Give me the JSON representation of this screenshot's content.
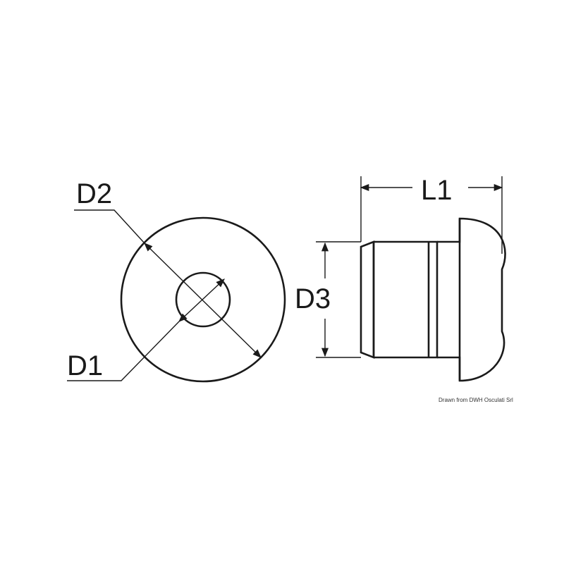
{
  "labels": {
    "d1": "D1",
    "d2": "D2",
    "d3": "D3",
    "l1": "L1"
  },
  "credit": "Drawn from DWH Osculati Srl",
  "colors": {
    "line": "#1a1a1a",
    "background": "#ffffff"
  }
}
